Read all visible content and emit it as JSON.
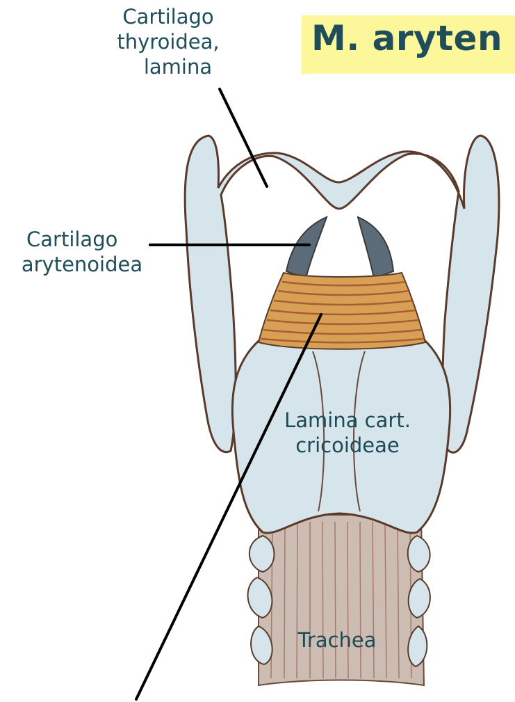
{
  "title": "M. aryten",
  "labels": {
    "thyroid_lamina": [
      "Cartilago",
      "thyroidea,",
      "lamina"
    ],
    "arytenoid": [
      "Cartilago",
      "arytenoidea"
    ],
    "cricoid_lamina": [
      "Lamina cart.",
      "cricoideae"
    ],
    "trachea": "Trachea"
  },
  "colors": {
    "title_background": "#fbf79a",
    "title_text": "#1f4e5a",
    "cartilage": "#d6e4ec",
    "outline": "#5a3a2a",
    "arytenoid": "#5b6b78",
    "muscle": "#d8a055",
    "trachea": "#c9b4a8",
    "leader_line": "#000000"
  }
}
